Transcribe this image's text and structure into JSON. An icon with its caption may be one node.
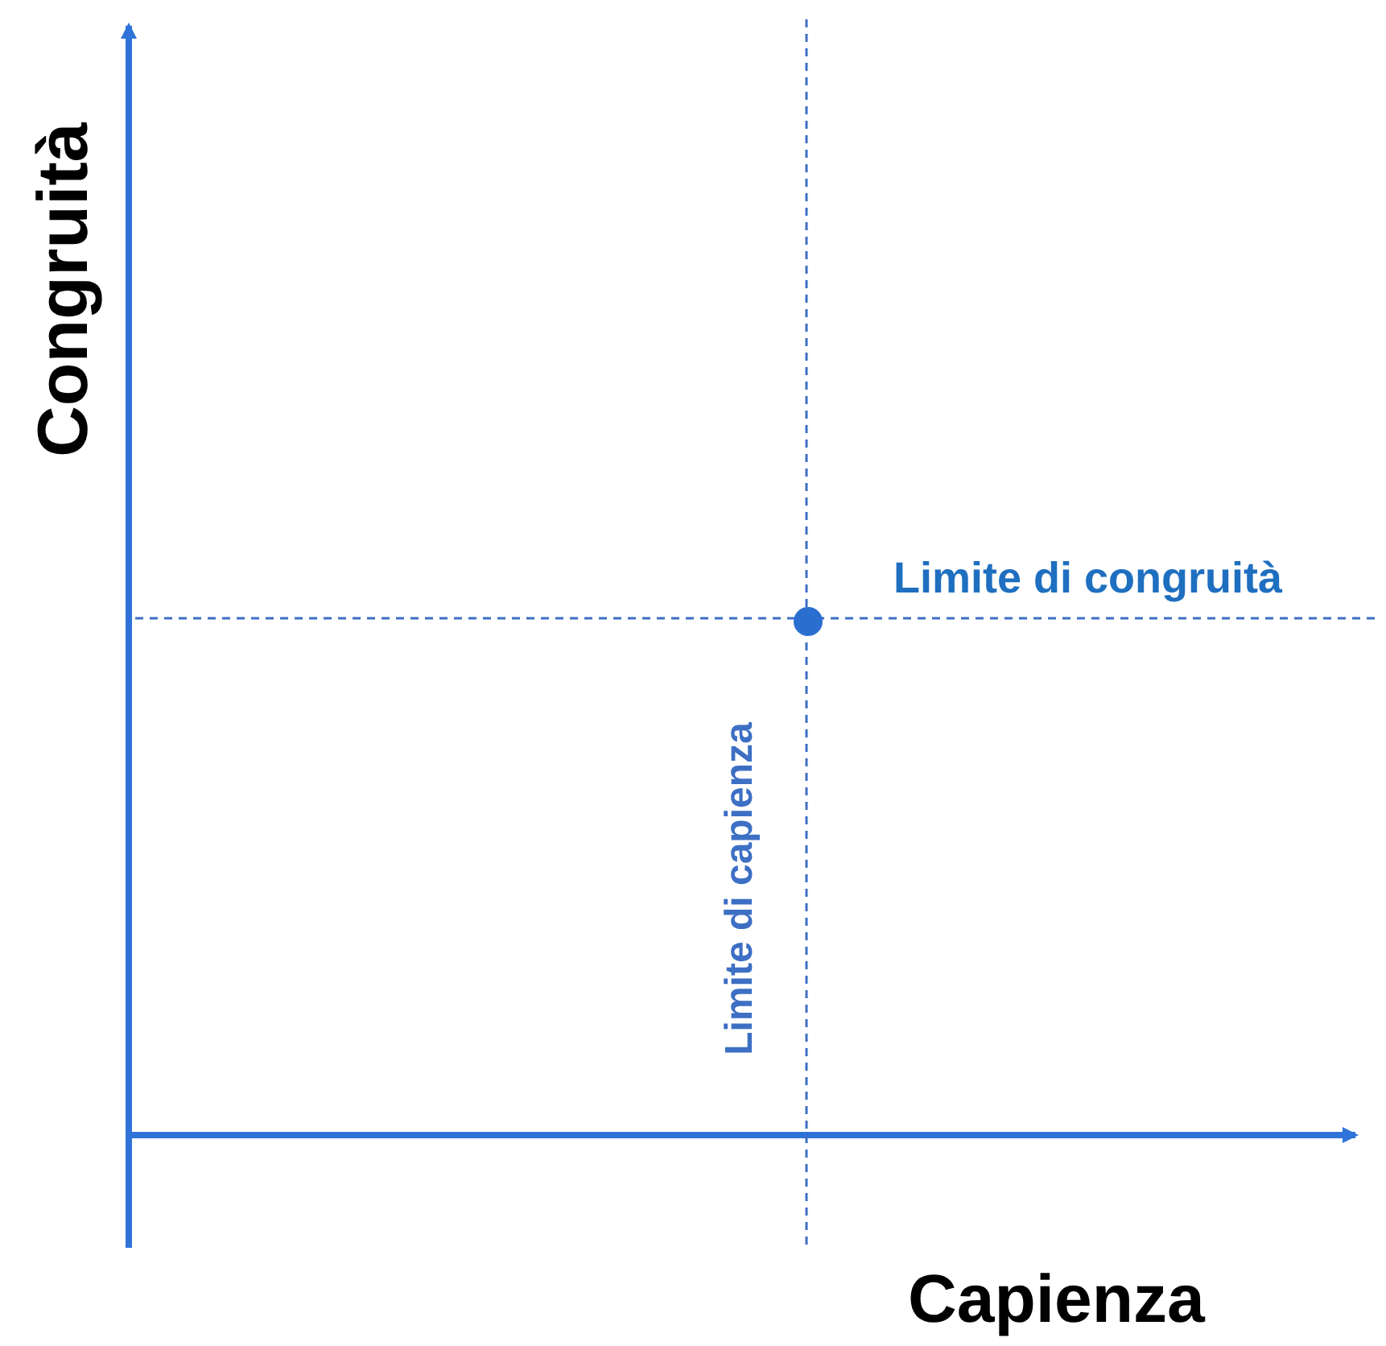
{
  "diagram": {
    "labels": [
      "Congruità",
      "Limite di congruità",
      "Limite di capienza",
      "Capienza"
    ]
  }
}
